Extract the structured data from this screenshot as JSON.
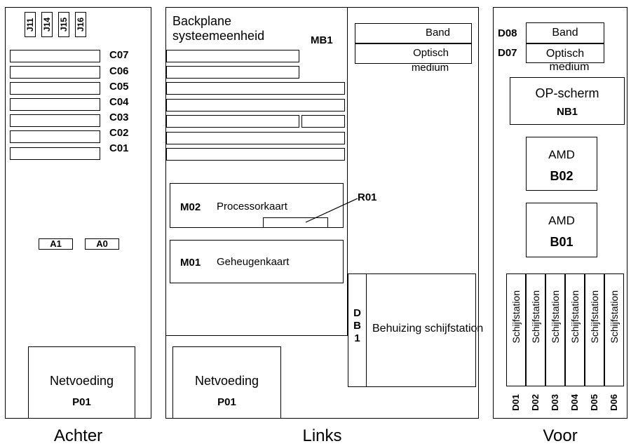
{
  "achter": {
    "section_label": "Achter",
    "jumpers": [
      "J11",
      "J14",
      "J15",
      "J16"
    ],
    "slots": [
      "C07",
      "C06",
      "C05",
      "C04",
      "C03",
      "C02",
      "C01"
    ],
    "a1": "A1",
    "a0": "A0",
    "psu": {
      "name": "Netvoeding",
      "code": "P01"
    }
  },
  "links": {
    "section_label": "Links",
    "backplane_line1": "Backplane",
    "backplane_line2": "systeemeenheid",
    "backplane_code": "MB1",
    "band": "Band",
    "optisch_line1": "Optisch",
    "optisch_line2": "medium",
    "m02_code": "M02",
    "m02_name": "Processorkaart",
    "r01": "R01",
    "m01_code": "M01",
    "m01_name": "Geheugenkaart",
    "db1": [
      "D",
      "B",
      "1"
    ],
    "behuizing": "Behuizing schijfstation",
    "psu": {
      "name": "Netvoeding",
      "code": "P01"
    }
  },
  "voor": {
    "section_label": "Voor",
    "d08": "D08",
    "d07": "D07",
    "band": "Band",
    "optisch_line1": "Optisch",
    "optisch_line2": "medium",
    "op_scherm": "OP-scherm",
    "nb1": "NB1",
    "amd_top": {
      "name": "AMD",
      "code": "B02"
    },
    "amd_bottom": {
      "name": "AMD",
      "code": "B01"
    },
    "disk_label": "Schijfstation",
    "disks": [
      "D01",
      "D02",
      "D03",
      "D04",
      "D05",
      "D06"
    ]
  }
}
